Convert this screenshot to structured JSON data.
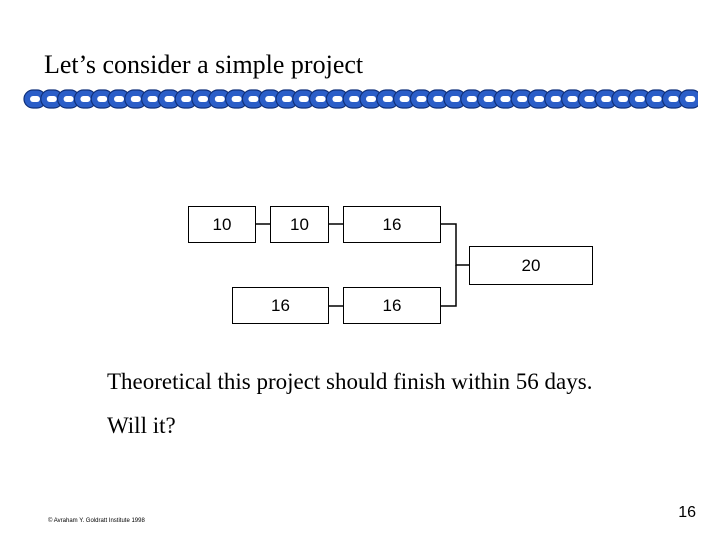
{
  "title": "Let’s consider a simple project",
  "tasks": [
    {
      "id": "a",
      "duration": "10"
    },
    {
      "id": "b",
      "duration": "10"
    },
    {
      "id": "c",
      "duration": "16"
    },
    {
      "id": "d",
      "duration": "20"
    },
    {
      "id": "e",
      "duration": "16"
    },
    {
      "id": "f",
      "duration": "16"
    }
  ],
  "body": {
    "line1": "Theoretical this project should finish within 56 days.",
    "line2": "Will it?"
  },
  "footer": "© Avraham Y. Goldratt Institute 1998",
  "page_number": "16",
  "colors": {
    "chain_fill": "#2b5ec8",
    "chain_stroke": "#10307a",
    "chain_link_inner": "#ffffff"
  }
}
